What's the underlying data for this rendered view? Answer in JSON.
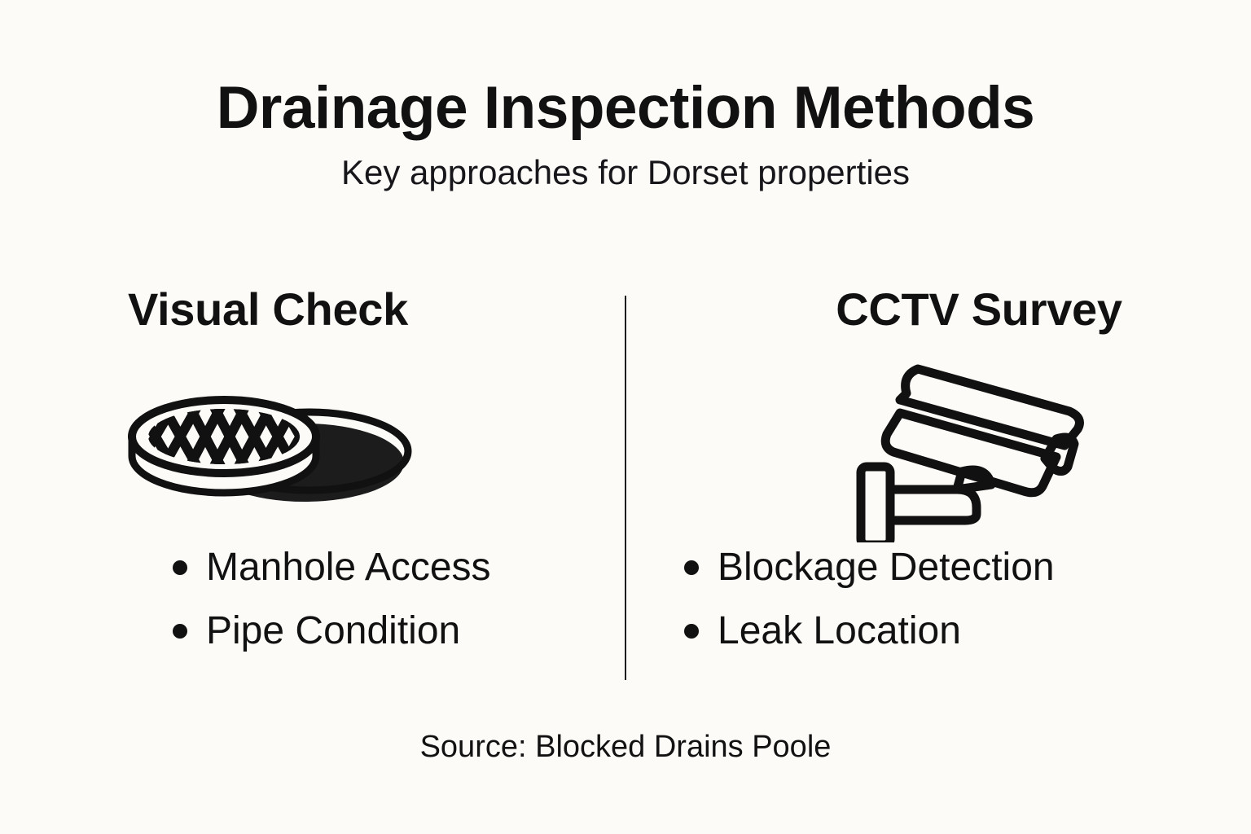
{
  "header": {
    "title": "Drainage Inspection Methods",
    "subtitle": "Key approaches for Dorset properties"
  },
  "columns": [
    {
      "heading": "Visual Check",
      "icon": "manhole-cover-icon",
      "bullets": [
        "Manhole Access",
        "Pipe Condition"
      ]
    },
    {
      "heading": "CCTV Survey",
      "icon": "cctv-camera-icon",
      "bullets": [
        "Blockage Detection",
        "Leak Location"
      ]
    }
  ],
  "footer": {
    "source": "Source: Blocked Drains Poole"
  },
  "colors": {
    "background": "#fdfbf7",
    "ink": "#111111",
    "divider": "#1b1b1b"
  }
}
